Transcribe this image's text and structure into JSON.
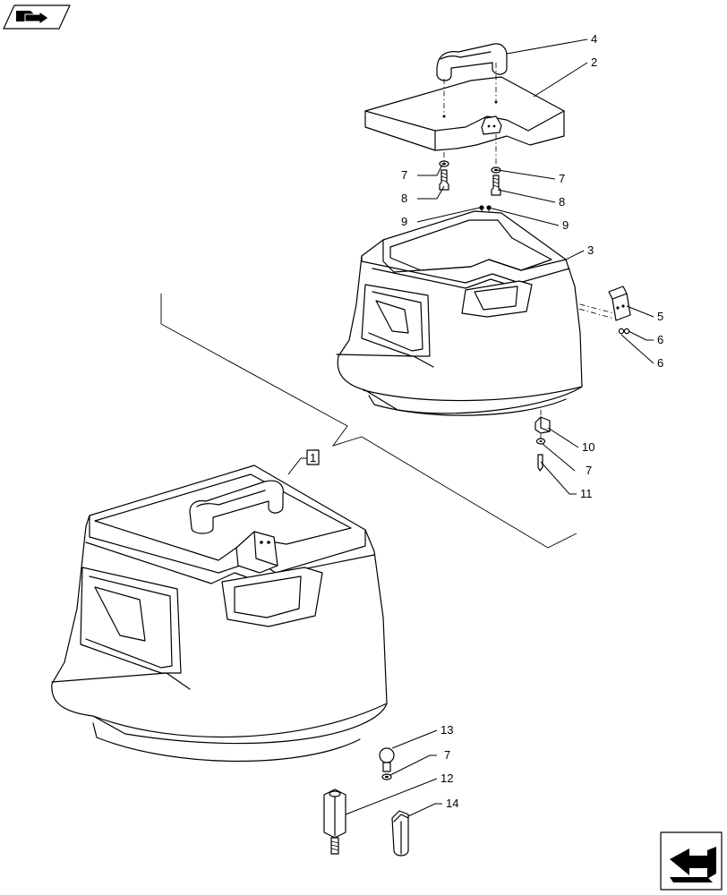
{
  "nav": {
    "top_left_icon": "previous-page-arrow-icon",
    "bottom_right_icon": "next-page-arrow-icon"
  },
  "reference_box": {
    "label": "1"
  },
  "callouts": {
    "c2": "2",
    "c3": "3",
    "c4": "4",
    "c5": "5",
    "c6a": "6",
    "c6b": "6",
    "c7a": "7",
    "c7b": "7",
    "c7c": "7",
    "c7d": "7",
    "c8a": "8",
    "c8b": "8",
    "c9a": "9",
    "c9b": "9",
    "c10": "10",
    "c11": "11",
    "c12": "12",
    "c13": "13",
    "c14": "14"
  }
}
